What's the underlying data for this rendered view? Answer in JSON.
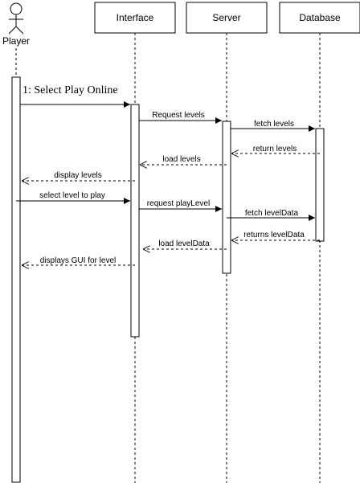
{
  "participants": {
    "player": "Player",
    "interface": "Interface",
    "server": "Server",
    "database": "Database"
  },
  "messages": [
    {
      "id": "m1",
      "text": "1: Select Play Online",
      "kind": "sync"
    },
    {
      "id": "m2",
      "text": "Request levels",
      "kind": "sync"
    },
    {
      "id": "m3",
      "text": "fetch levels",
      "kind": "sync"
    },
    {
      "id": "m4",
      "text": "return levels",
      "kind": "return"
    },
    {
      "id": "m5",
      "text": "load levels",
      "kind": "return"
    },
    {
      "id": "m6",
      "text": "display levels",
      "kind": "return"
    },
    {
      "id": "m7",
      "text": "select level to play",
      "kind": "sync"
    },
    {
      "id": "m8",
      "text": "request playLevel",
      "kind": "sync"
    },
    {
      "id": "m9",
      "text": "fetch levelData",
      "kind": "sync"
    },
    {
      "id": "m10",
      "text": "returns levelData",
      "kind": "return"
    },
    {
      "id": "m11",
      "text": "load levelData",
      "kind": "return"
    },
    {
      "id": "m12",
      "text": "displays GUI  for level",
      "kind": "return"
    }
  ]
}
